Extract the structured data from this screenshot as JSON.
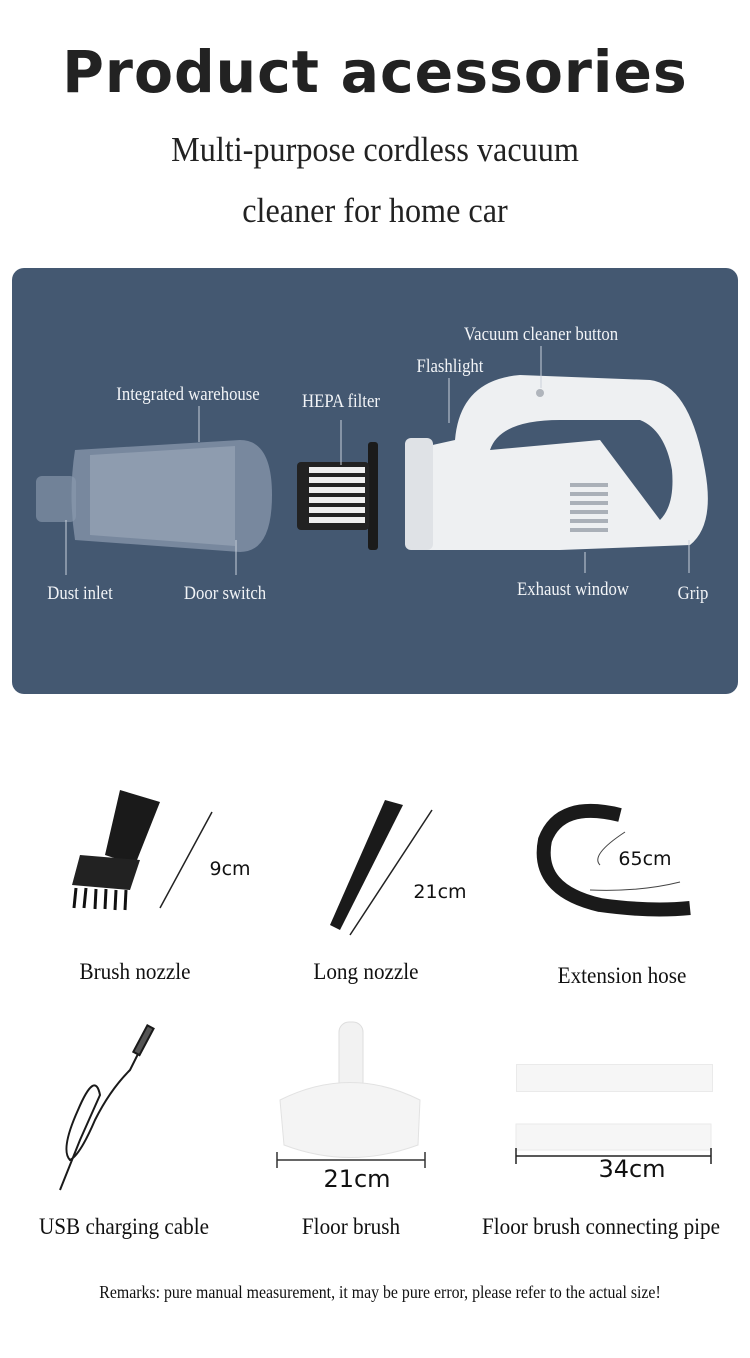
{
  "header": {
    "title": "Product acessories",
    "subtitle_line1": "Multi-purpose cordless vacuum",
    "subtitle_line2": "cleaner for home car"
  },
  "diagram": {
    "background_color": "#445871",
    "labels": {
      "vacuum_button": "Vacuum cleaner button",
      "flashlight": "Flashlight",
      "integrated_warehouse": "Integrated warehouse",
      "hepa_filter": "HEPA filter",
      "dust_inlet": "Dust inlet",
      "door_switch": "Door switch",
      "exhaust_window": "Exhaust window",
      "grip": "Grip"
    }
  },
  "accessories": [
    {
      "name": "Brush nozzle",
      "size": "9cm"
    },
    {
      "name": "Long nozzle",
      "size": "21cm"
    },
    {
      "name": "Extension hose",
      "size": "65cm"
    },
    {
      "name": "USB charging cable"
    },
    {
      "name": "Floor brush",
      "size": "21cm"
    },
    {
      "name": "Floor brush connecting pipe",
      "size": "34cm"
    }
  ],
  "remarks": "Remarks: pure manual measurement, it may be pure error, please refer to the actual size!"
}
